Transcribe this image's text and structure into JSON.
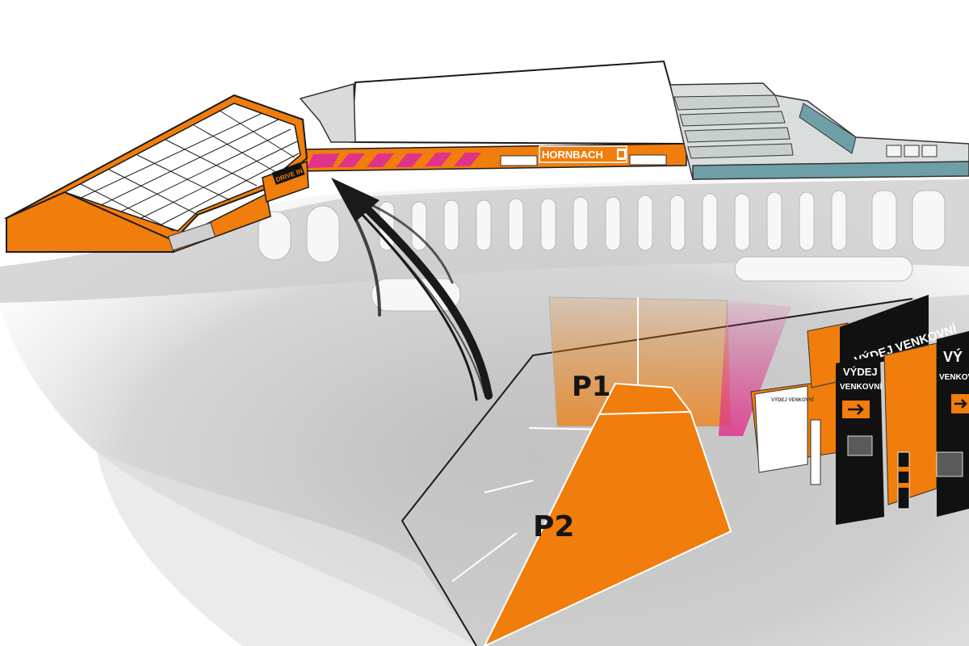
{
  "store": {
    "brand": "HORNBACH",
    "drive_in_sign": "DRIVE IN"
  },
  "pickup": {
    "sign_main": "VÝDEJ VENKOVNÍ",
    "sign_side_line1": "VÝDEJ",
    "sign_side_line2": "VENKOVNÍ",
    "sign_right_fragment": "VÝ",
    "sign_right_line2": "VENKOV",
    "canopy_sign": "VÝDEJ VENKOVNÍ"
  },
  "parking": {
    "spots": [
      {
        "label": "P1"
      },
      {
        "label": "P2"
      }
    ]
  },
  "icons": {
    "direction_arrow": "big-curved-arrow-icon",
    "sign_arrow": "right-arrow-icon"
  },
  "colors": {
    "brand_orange": "#F07D0C",
    "accent_pink": "#E0338A",
    "sign_black": "#111111",
    "road_grey": "#CFCFCF",
    "teal_building": "#6E9FA6"
  }
}
